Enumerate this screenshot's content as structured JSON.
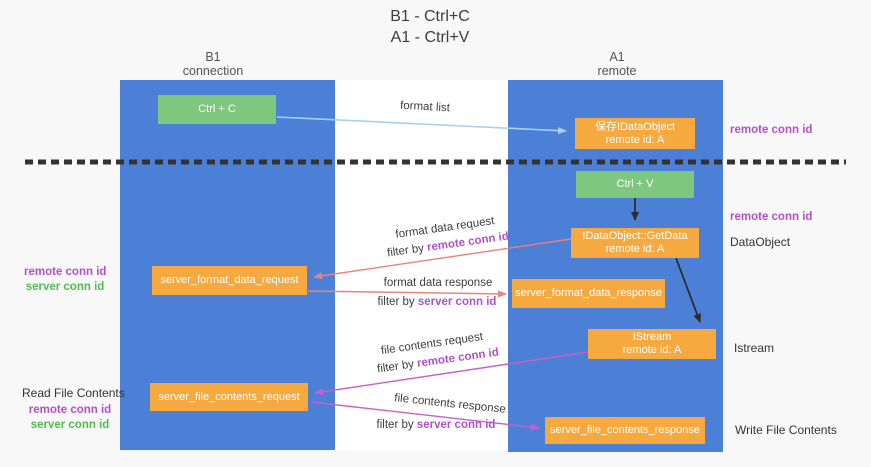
{
  "title": {
    "line1": "B1 - Ctrl+C",
    "line2": "A1 - Ctrl+V"
  },
  "columns": {
    "left": {
      "name": "B1",
      "role": "connection"
    },
    "right": {
      "name": "A1",
      "role": "remote"
    }
  },
  "boxes": {
    "ctrl_c": "Ctrl + C",
    "ctrl_v": "Ctrl + V",
    "save_dataobject": {
      "line1": "保存IDataObject",
      "line2": "remote id: A"
    },
    "getdata": {
      "line1": "IDataObject::GetData",
      "line2": "remote id: A"
    },
    "istream": {
      "line1": "IStream",
      "line2": "remote id: A"
    },
    "server_format_data_request": "server_format_data_request",
    "server_format_data_response": "server_format_data_response",
    "server_file_contents_request": "server_file_contents_request",
    "server_file_contents_response": "server_file_contents_response"
  },
  "flow_labels": {
    "format_list": "format list",
    "format_data_request": "format data request",
    "format_data_response": "format data response",
    "file_contents_request": "file contents request",
    "file_contents_response": "file contents response",
    "filter_by": "filter by ",
    "remote_conn_id": "remote conn id",
    "server_conn_id": "server conn id"
  },
  "side_labels": {
    "right_remote_conn_id_top": "remote conn id",
    "right_remote_conn_id_mid": "remote conn id",
    "dataobject": "DataObject",
    "istream": "Istream",
    "write_file_contents": "Write File Contents",
    "left_remote_conn_id_1": "remote conn id",
    "left_server_conn_id_1": "server conn id",
    "read_file_contents": "Read File Contents",
    "left_remote_conn_id_2": "remote conn id",
    "left_server_conn_id_2": "server conn id"
  },
  "colors": {
    "background": "#f8f8f8",
    "panel_white": "#ffffff",
    "column_blue": "#4c80d6",
    "box_green": "#7dc77f",
    "box_orange": "#f6a93f",
    "arrow_black": "#2d2d2d",
    "arrow_light_blue": "#a8d0ee",
    "arrow_salmon": "#e8837a",
    "arrow_magenta": "#c75fc8",
    "dashed_line": "#333333",
    "label_purple": "#b052c8",
    "label_green": "#53b954"
  }
}
